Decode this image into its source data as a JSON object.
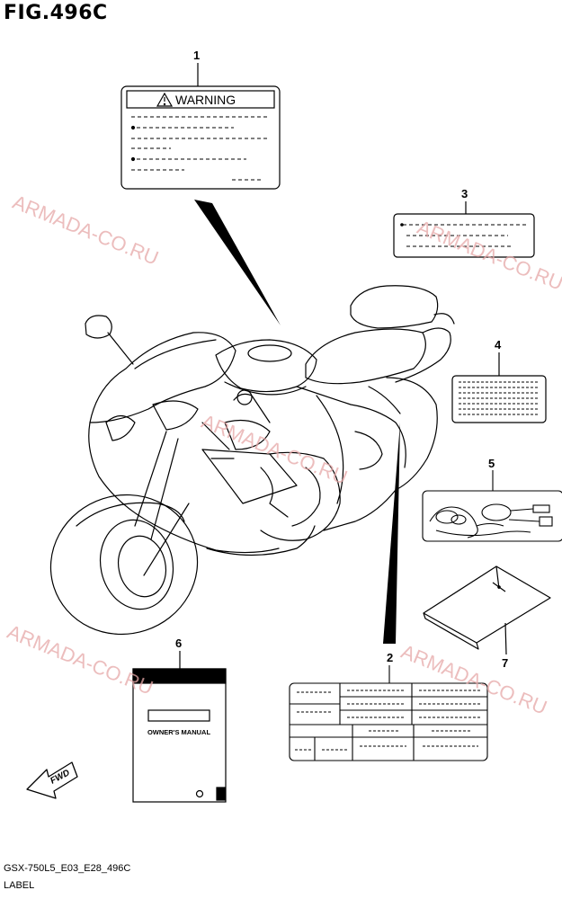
{
  "figure_title": "FIG.496C",
  "footer": {
    "model_code": "GSX-750L5_E03_E28_496C",
    "section_name": "LABEL"
  },
  "watermark_text": "ARMADA-CO.RU",
  "callouts": [
    {
      "num": "1",
      "part": "warning-label"
    },
    {
      "num": "2",
      "part": "information-label-table"
    },
    {
      "num": "3",
      "part": "caution-label"
    },
    {
      "num": "4",
      "part": "info-label-small"
    },
    {
      "num": "5",
      "part": "wiring-diagram-label"
    },
    {
      "num": "6",
      "part": "owners-manual"
    },
    {
      "num": "7",
      "part": "document-envelope"
    }
  ],
  "warning_label": {
    "header": "WARNING"
  },
  "owners_manual": {
    "title": "OWNER'S MANUAL"
  },
  "fwd_arrow": {
    "text": "FWD"
  },
  "colors": {
    "line": "#000000",
    "watermark": "#e6a8a8"
  }
}
